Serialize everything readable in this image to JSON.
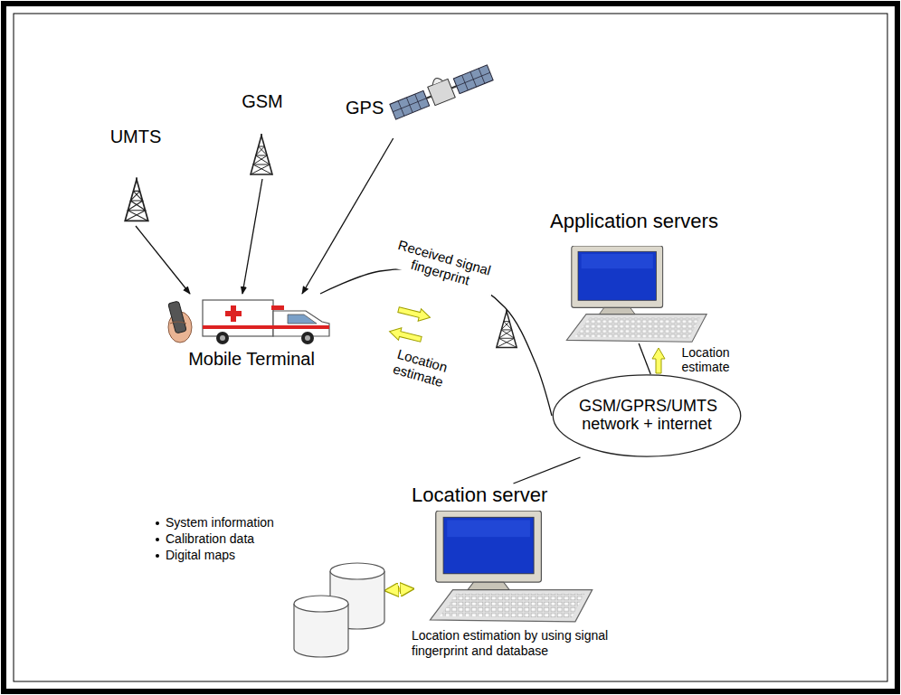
{
  "diagram": {
    "nodes": [
      {
        "text": [
          "UMTS"
        ]
      },
      {
        "text": [
          "GSM"
        ]
      },
      {
        "text": [
          "GPS"
        ]
      },
      {
        "text": [
          "Mobile Terminal"
        ]
      },
      {
        "text": [
          "Application servers"
        ]
      },
      {
        "text": [
          "GSM/GPRS/UMTS network + internet"
        ]
      },
      {
        "text": [
          "Location server",
          "Location estimation by using signal fingerprint and database"
        ]
      },
      {
        "text": [
          "System information",
          "Calibration data",
          "Digital maps"
        ]
      }
    ],
    "edges": [
      {
        "from": 0,
        "to": 3,
        "arrow": "to"
      },
      {
        "from": 1,
        "to": 3,
        "arrow": "to"
      },
      {
        "from": 2,
        "to": 3,
        "arrow": "to"
      },
      {
        "from": 3,
        "to": 5,
        "arrow": "none"
      },
      {
        "from": 5,
        "to": 4,
        "arrow": "none"
      },
      {
        "from": 5,
        "to": 6,
        "arrow": "none"
      },
      {
        "from": 7,
        "to": 6,
        "arrow": "both"
      }
    ],
    "labels": [
      "Received signal fingerprint",
      "Location estimate",
      "Location estimate"
    ]
  }
}
